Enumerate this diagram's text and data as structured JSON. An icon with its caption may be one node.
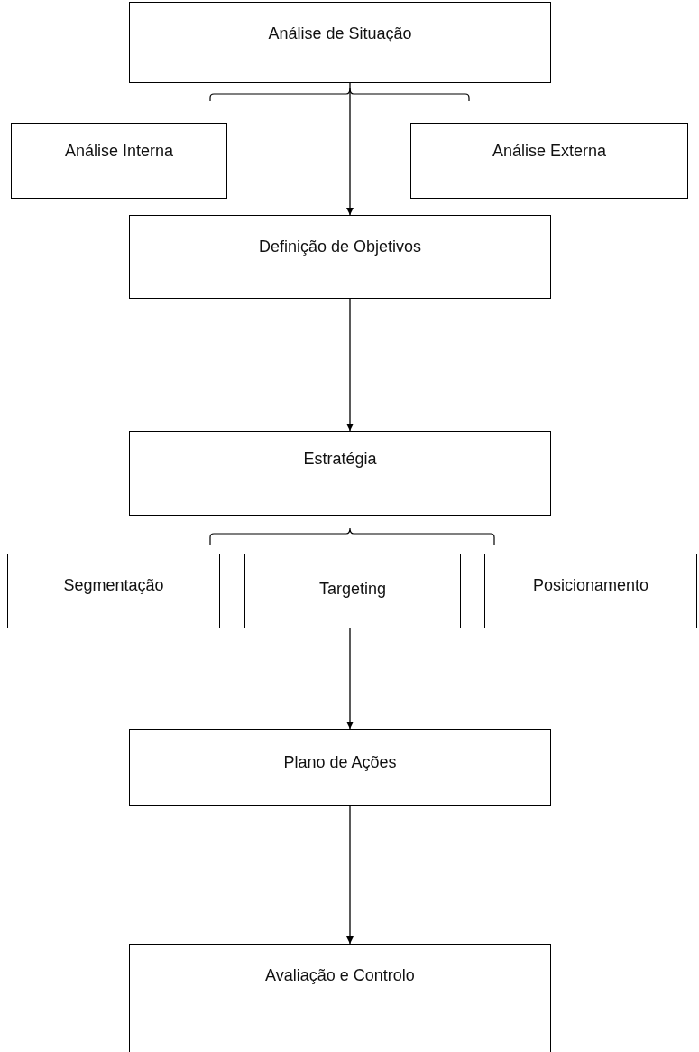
{
  "diagram": {
    "nodes": [
      {
        "text": [
          "Análise de Situação"
        ]
      },
      {
        "text": [
          "Análise Interna"
        ]
      },
      {
        "text": [
          "Análise Externa"
        ]
      },
      {
        "text": [
          "Definição de Objetivos"
        ]
      },
      {
        "text": [
          "Estratégia"
        ]
      },
      {
        "text": [
          "Segmentação"
        ]
      },
      {
        "text": [
          "Targeting"
        ]
      },
      {
        "text": [
          "Posicionamento"
        ]
      },
      {
        "text": [
          "Plano de Ações"
        ]
      },
      {
        "text": [
          "Avaliação e Controlo"
        ]
      }
    ],
    "edges": [
      {
        "from": 0,
        "to": 3,
        "arrow": "to"
      },
      {
        "from": 3,
        "to": 4,
        "arrow": "to"
      },
      {
        "from": 6,
        "to": 8,
        "arrow": "to"
      },
      {
        "from": 8,
        "to": 9,
        "arrow": "to"
      }
    ]
  }
}
